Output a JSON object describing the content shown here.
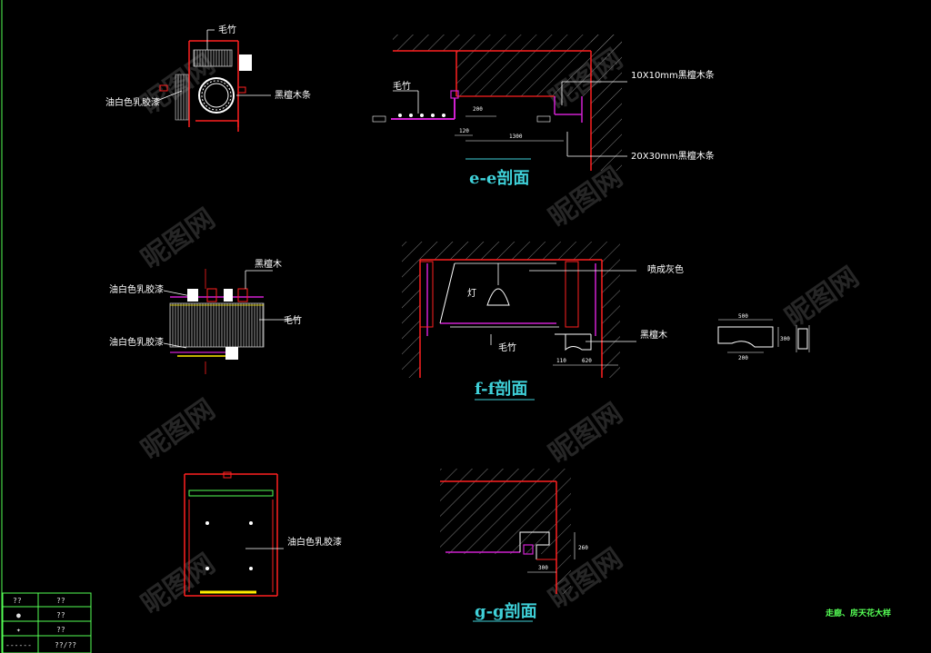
{
  "labels": {
    "d1_top": "毛竹",
    "d1_left": "油白色乳胶漆",
    "d1_right": "黑檀木条",
    "e_left": "毛竹",
    "e_right_top": "10X10mm黑檀木条",
    "e_right_bottom": "20X30mm黑檀木条",
    "d2_top": "黑檀木",
    "d2_left_top": "油白色乳胶漆",
    "d2_left_bottom": "油白色乳胶漆",
    "d2_right": "毛竹",
    "f_lamp": "灯",
    "f_bamboo": "毛竹",
    "f_right_top": "喷成灰色",
    "f_right_bottom": "黑檀木",
    "d3_right": "油白色乳胶漆"
  },
  "dims": {
    "e1": "200",
    "e2": "1300",
    "e3": "120",
    "f1": "110",
    "f2": "620",
    "g1": "300",
    "g2": "260",
    "p1": "500",
    "p2": "200",
    "p3": "300"
  },
  "sections": {
    "e": "e-e剖面",
    "f": "f-f剖面",
    "g": "g-g剖面"
  },
  "legend": {
    "rows": [
      [
        "??",
        "??"
      ],
      [
        "●",
        "??"
      ],
      [
        "✦",
        "??"
      ],
      [
        "------",
        "??/??"
      ]
    ]
  },
  "drawing_title": "走廊、房天花大样",
  "colors": {
    "background": "#000000",
    "wall": "#ff2020",
    "trim": "#d020d0",
    "leader": "#ffffff",
    "hatch": "#8a8a8a",
    "section_title": "#3fd0d8",
    "title_block": "#55ff55",
    "accent": "#ffee00"
  }
}
